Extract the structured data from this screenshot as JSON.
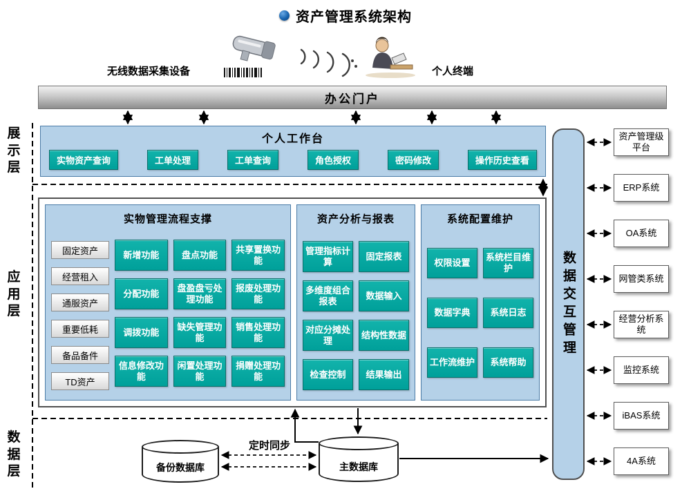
{
  "title": {
    "text": "资产管理系统架构"
  },
  "top": {
    "wireless_label": "无线数据采集设备",
    "terminal_label": "个人终端"
  },
  "portal": {
    "label": "办公门户"
  },
  "layers": {
    "display": "展示层",
    "application": "应用层",
    "data": "数据层"
  },
  "workbench": {
    "title": "个人工作台",
    "buttons": [
      "实物资产查询",
      "工单处理",
      "工单查询",
      "角色授权",
      "密码修改",
      "操作历史查看"
    ]
  },
  "panels": {
    "physical": {
      "title": "实物管理流程支撑",
      "categories": [
        "固定资产",
        "经营租入",
        "通服资产",
        "重要低耗",
        "备品备件",
        "TD资产"
      ],
      "functions": [
        "新增功能",
        "盘点功能",
        "共享置换功能",
        "分配功能",
        "盘盈盘亏处理功能",
        "报废处理功能",
        "调拨功能",
        "缺失管理功能",
        "销售处理功能",
        "信息修改功能",
        "闲置处理功能",
        "捐赠处理功能"
      ]
    },
    "analysis": {
      "title": "资产分析与报表",
      "functions": [
        "管理指标计算",
        "固定报表",
        "多维度组合报表",
        "数据输入",
        "对应分摊处理",
        "结构性数据",
        "检查控制",
        "结果输出"
      ]
    },
    "config": {
      "title": "系统配置维护",
      "functions": [
        "权限设置",
        "系统栏目维护",
        "数据字典",
        "系统日志",
        "工作流维护",
        "系统帮助"
      ]
    }
  },
  "data_exchange": {
    "label": "数据交互管理"
  },
  "external_systems": [
    "资产管理级平台",
    "ERP系统",
    "OA系统",
    "网管类系统",
    "经营分析系统",
    "监控系统",
    "iBAS系统",
    "4A系统"
  ],
  "databases": {
    "backup": "备份数据库",
    "main": "主数据库",
    "sync_label": "定时同步"
  },
  "colors": {
    "teal": "#00a09a",
    "teal_light": "#12b3ab",
    "teal_dark": "#0a6f69",
    "panel_blue": "#b5d1e8",
    "panel_border": "#4a7ba6"
  }
}
